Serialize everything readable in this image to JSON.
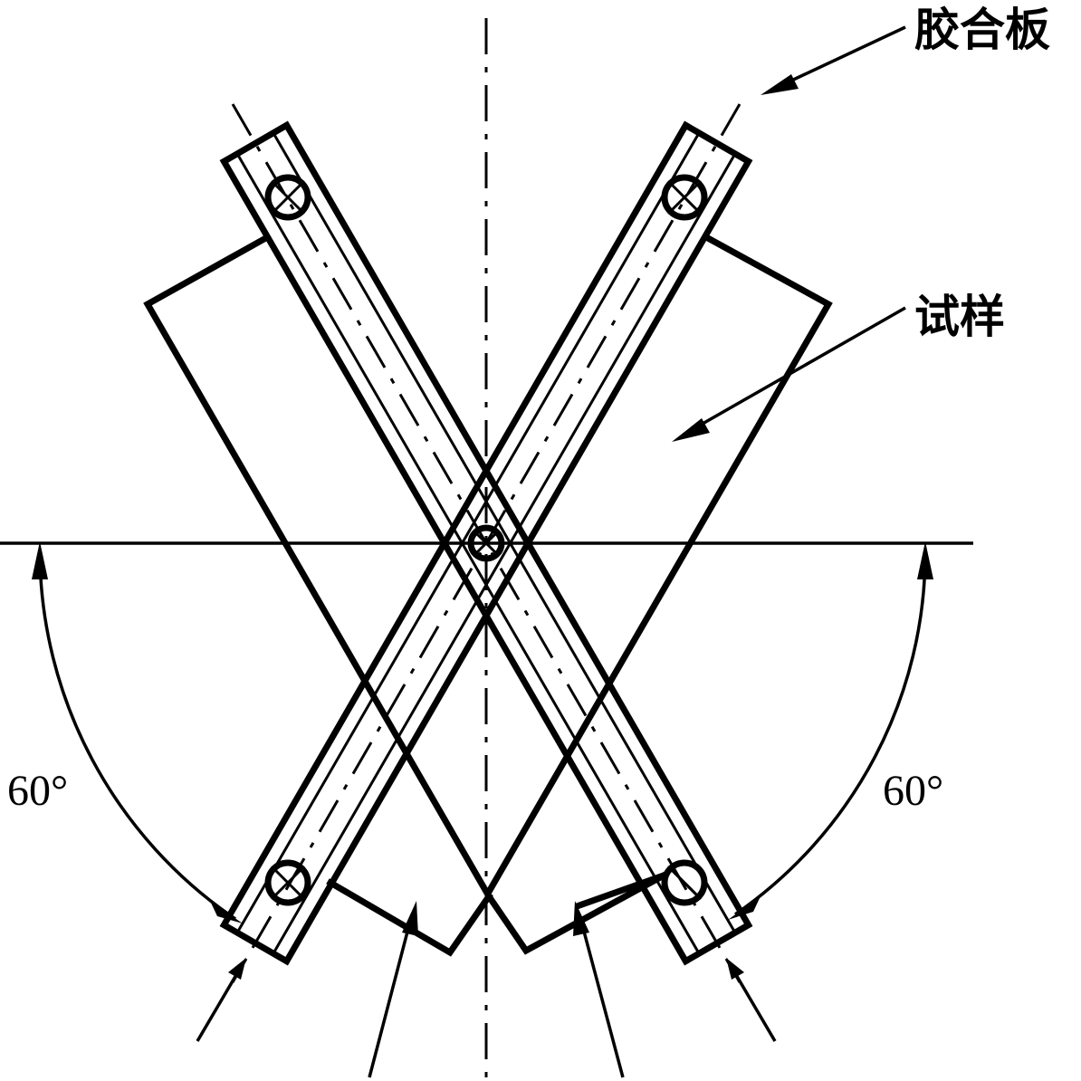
{
  "labels": {
    "plywood": "胶合板",
    "specimen": "试样",
    "angle_left": "60°",
    "angle_right": "60°"
  },
  "colors": {
    "line": "#000000",
    "background": "#ffffff"
  }
}
